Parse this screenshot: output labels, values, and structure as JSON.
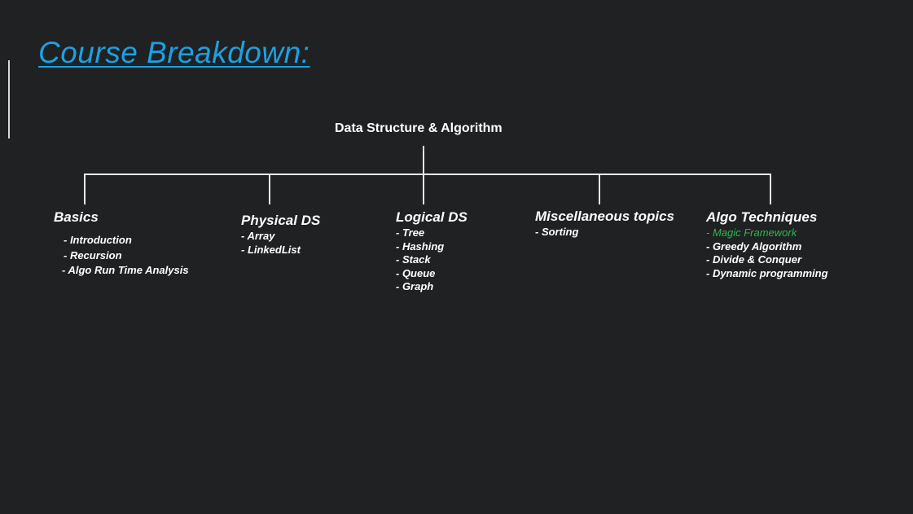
{
  "slide": {
    "title": "Course Breakdown:",
    "colors": {
      "background": "#1f2123",
      "title": "#1ba1e2",
      "lines": "#e8e8e8",
      "accent_item": "#2db84d",
      "text": "#ffffff"
    }
  },
  "tree": {
    "root": "Data Structure & Algorithm",
    "branches": [
      {
        "title": "Basics",
        "items": [
          "- Introduction",
          "- Recursion",
          "- Algo Run Time Analysis"
        ]
      },
      {
        "title": "Physical DS",
        "items": [
          "- Array",
          "- LinkedList"
        ]
      },
      {
        "title": "Logical DS",
        "items": [
          "- Tree",
          "- Hashing",
          "- Stack",
          "- Queue",
          "- Graph"
        ]
      },
      {
        "title": "Miscellaneous topics",
        "items": [
          "- Sorting"
        ]
      },
      {
        "title": "Algo Techniques",
        "items": [
          "- Magic Framework",
          "- Greedy Algorithm",
          "- Divide & Conquer",
          "- Dynamic programming"
        ]
      }
    ]
  }
}
